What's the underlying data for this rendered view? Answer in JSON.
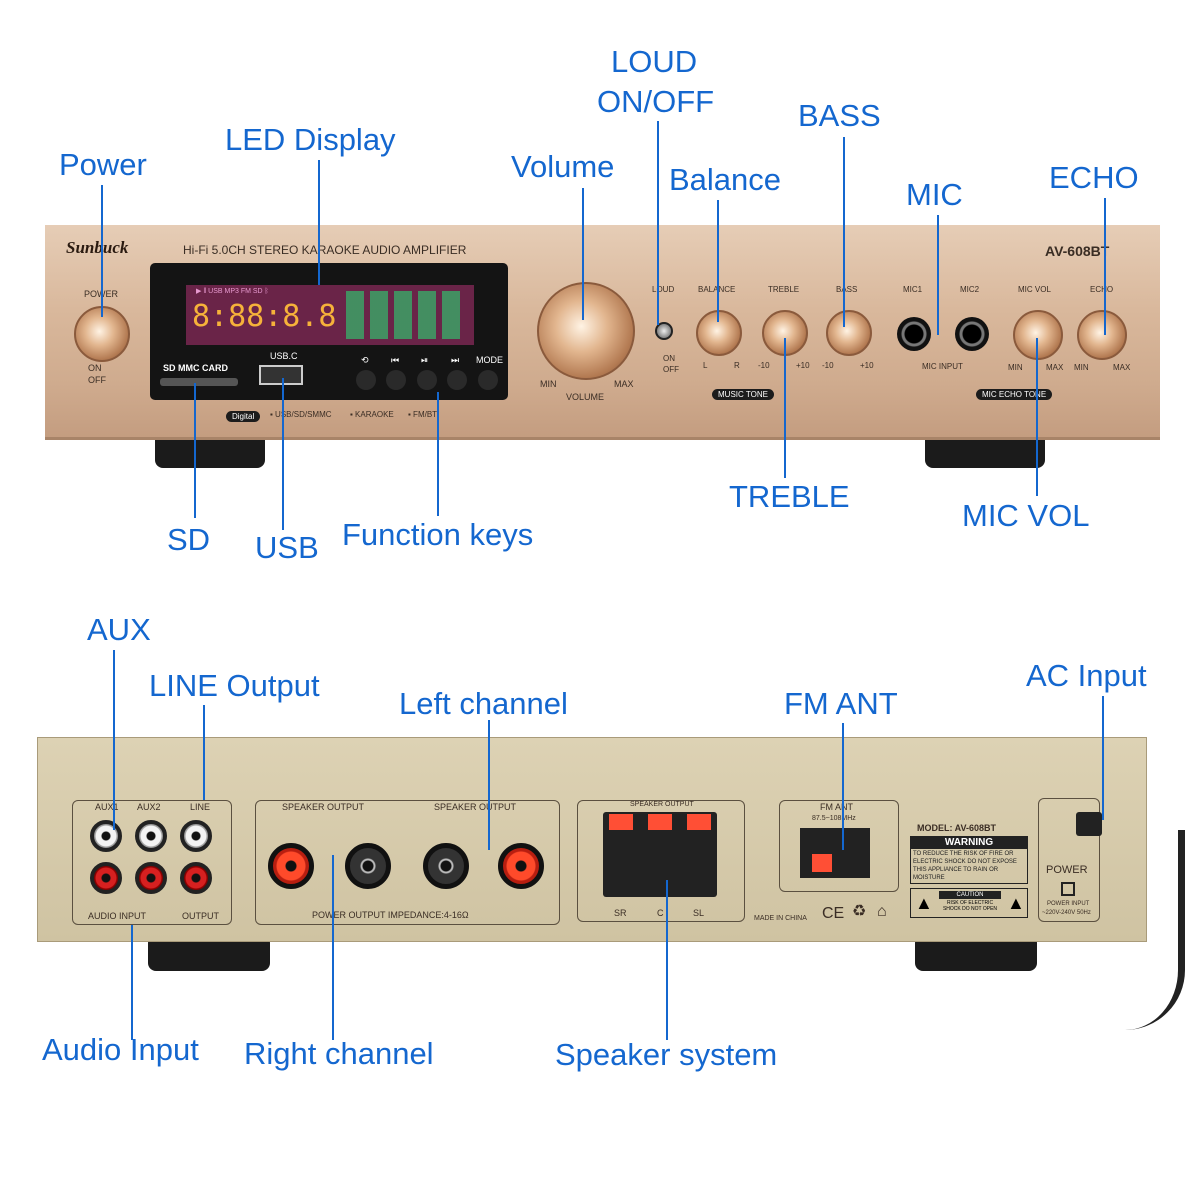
{
  "callouts_front": {
    "power": "Power",
    "led_display": "LED Display",
    "volume": "Volume",
    "loud_line1": "LOUD",
    "loud_line2": "ON/OFF",
    "balance": "Balance",
    "bass": "BASS",
    "mic": "MIC",
    "echo": "ECHO",
    "sd": "SD",
    "usb": "USB",
    "function_keys": "Function keys",
    "treble": "TREBLE",
    "mic_vol": "MIC VOL"
  },
  "callouts_rear": {
    "aux": "AUX",
    "line_output": "LINE Output",
    "left_channel": "Left channel",
    "fm_ant": "FM ANT",
    "ac_input": "AC Input",
    "audio_input": "Audio Input",
    "right_channel": "Right channel",
    "speaker_system": "Speaker system"
  },
  "front_panel": {
    "brand": "Sunbuck",
    "title": "Hi-Fi 5.0CH STEREO KARAOKE AUDIO AMPLIFIER",
    "model": "AV-608BT",
    "power": "POWER",
    "on": "ON",
    "off": "OFF",
    "lcd_icons": "▶  ‖  USB  MP3  FM  SD  ᛒ",
    "lcd_digits": "8:88:8.8",
    "sd_card": "SD MMC CARD",
    "usb": "USB.C",
    "keys": [
      "⟲",
      "⏮",
      "⏯",
      "⏭",
      "MODE"
    ],
    "modes": [
      "Digital",
      "▪ USB/SD/SMMC",
      "▪ KARAOKE",
      "▪ FM/BT"
    ],
    "volume": "VOLUME",
    "min": "MIN",
    "max": "MAX",
    "loud": "LOUD",
    "balance": "BALANCE",
    "treble": "TREBLE",
    "bass": "BASS",
    "l": "L",
    "r": "R",
    "m10": "-10",
    "p10": "+10",
    "music_tone": "MUSIC TONE",
    "mic1": "MIC1",
    "mic2": "MIC2",
    "mic_input": "MIC INPUT",
    "mic_vol": "MIC VOL",
    "echo": "ECHO",
    "mic_echo_tone": "MIC  ECHO TONE"
  },
  "rear_panel": {
    "aux1": "AUX1",
    "aux2": "AUX2",
    "line": "LINE",
    "audio_input": "AUDIO INPUT",
    "output": "OUTPUT",
    "speaker_output": "SPEAKER OUTPUT",
    "impedance": "POWER OUTPUT IMPEDANCE:4-16Ω",
    "sr": "SR",
    "c": "C",
    "sl": "SL",
    "fm_ant": "FM ANT",
    "fm_range": "87.5~108MHz",
    "model": "MODEL: AV-608BT",
    "warning": "WARNING",
    "warning_text": "TO REDUCE THE RISK OF FIRE OR ELECTRIC SHOCK DO NOT EXPOSE THIS APPLIANCE TO RAIN OR MOISTURE",
    "caution": "CAUTION",
    "caution_text": "RISK OF ELECTRIC SHOCK DO NOT OPEN",
    "made_in": "MADE IN CHINA",
    "ce": "CE",
    "power": "POWER",
    "power_input": "POWER INPUT",
    "voltage": "~220V-240V 50Hz"
  },
  "colors": {
    "callout": "#1467cf",
    "lcd_digits": "#f6b23a"
  }
}
